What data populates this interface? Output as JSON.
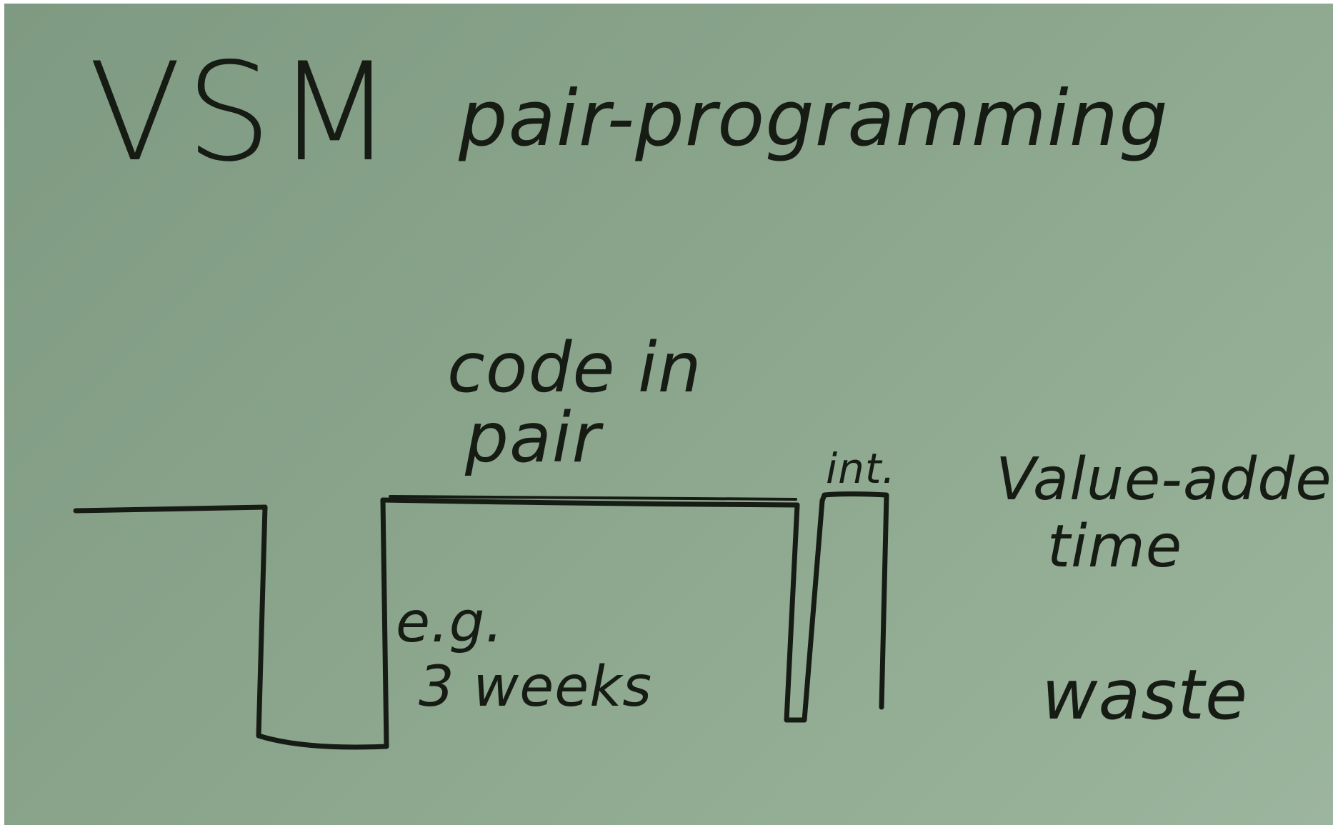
{
  "whiteboard": {
    "title": "VSM",
    "subtitle": "pair-programming",
    "activity_label_line1": "code in",
    "activity_label_line2": "pair",
    "short_step_label": "int.",
    "duration_line1": "e.g.",
    "duration_line2": "3 weeks",
    "top_level_label_line1": "Value-added",
    "top_level_label_line2": "time",
    "bottom_level_label": "waste"
  },
  "colors": {
    "board": "#8aa58c",
    "ink": "#161b14"
  }
}
